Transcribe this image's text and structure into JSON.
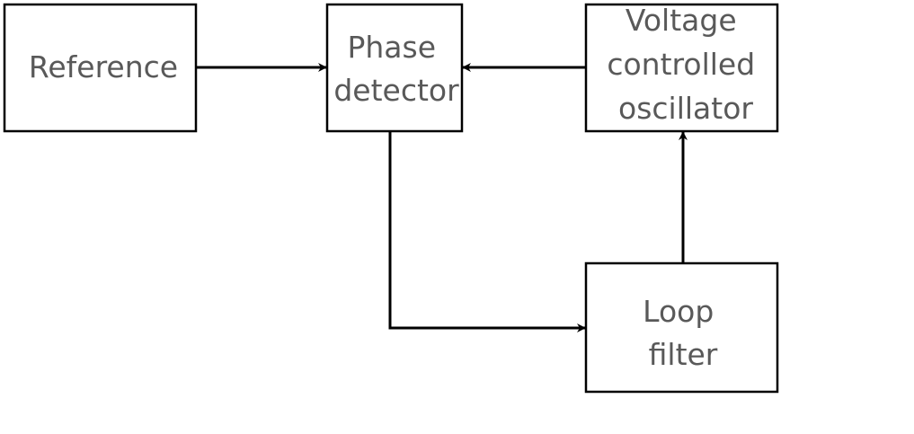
{
  "diagram": {
    "blocks": {
      "reference": {
        "lines": [
          "Reference"
        ]
      },
      "phase_detector": {
        "lines": [
          "Phase",
          "detector"
        ]
      },
      "vco": {
        "lines": [
          "Voltage",
          "controlled",
          "oscillator"
        ]
      },
      "loop_filter": {
        "lines": [
          "Loop",
          "filter"
        ]
      }
    },
    "colors": {
      "stroke": "#000000",
      "text": "#595959",
      "background": "#ffffff"
    }
  }
}
